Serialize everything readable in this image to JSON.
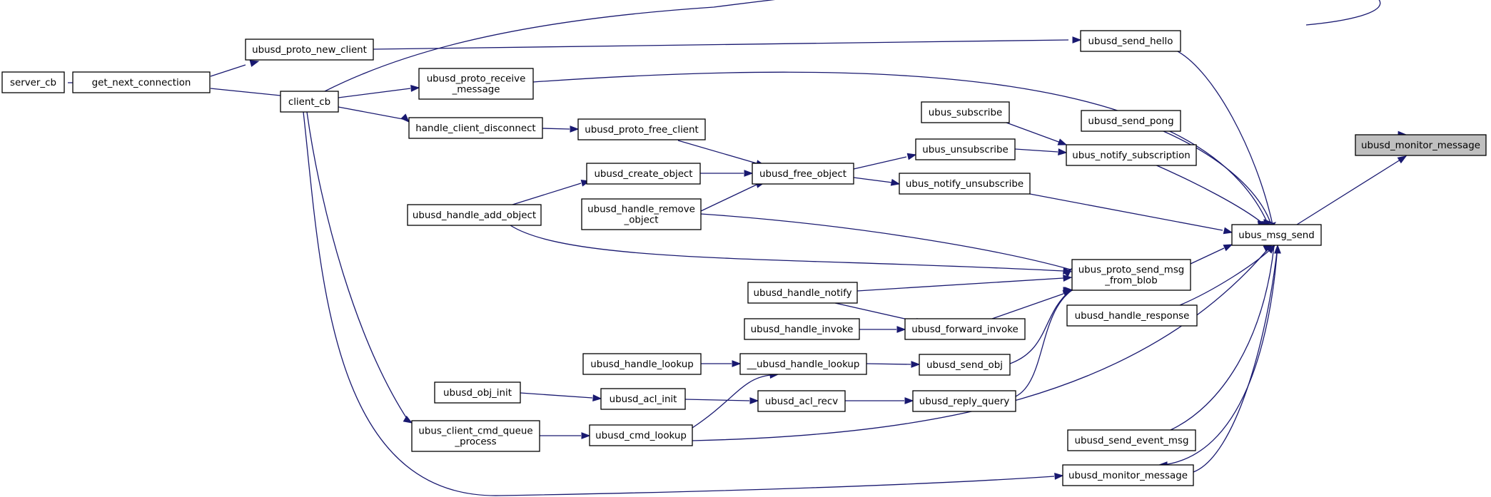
{
  "nodes": {
    "server_cb": {
      "lines": [
        "server_cb"
      ]
    },
    "get_next_connection": {
      "lines": [
        "get_next_connection"
      ]
    },
    "ubusd_proto_new_client": {
      "lines": [
        "ubusd_proto_new_client"
      ]
    },
    "client_cb": {
      "lines": [
        "client_cb"
      ]
    },
    "ubusd_proto_receive_message": {
      "lines": [
        "ubusd_proto_receive",
        "_message"
      ]
    },
    "handle_client_disconnect": {
      "lines": [
        "handle_client_disconnect"
      ]
    },
    "ubusd_proto_free_client": {
      "lines": [
        "ubusd_proto_free_client"
      ]
    },
    "ubusd_create_object": {
      "lines": [
        "ubusd_create_object"
      ]
    },
    "ubusd_handle_add_object": {
      "lines": [
        "ubusd_handle_add_object"
      ]
    },
    "ubusd_handle_remove_object": {
      "lines": [
        "ubusd_handle_remove",
        "_object"
      ]
    },
    "ubusd_free_object": {
      "lines": [
        "ubusd_free_object"
      ]
    },
    "ubus_subscribe": {
      "lines": [
        "ubus_subscribe"
      ]
    },
    "ubus_unsubscribe": {
      "lines": [
        "ubus_unsubscribe"
      ]
    },
    "ubus_notify_unsubscribe": {
      "lines": [
        "ubus_notify_unsubscribe"
      ]
    },
    "ubusd_send_pong": {
      "lines": [
        "ubusd_send_pong"
      ]
    },
    "ubus_notify_subscription": {
      "lines": [
        "ubus_notify_subscription"
      ]
    },
    "ubusd_send_hello": {
      "lines": [
        "ubusd_send_hello"
      ]
    },
    "ubus_msg_send": {
      "lines": [
        "ubus_msg_send"
      ]
    },
    "ubusd_monitor_message_root": {
      "lines": [
        "ubusd_monitor_message"
      ]
    },
    "ubus_proto_send_msg_from_blob": {
      "lines": [
        "ubus_proto_send_msg",
        "_from_blob"
      ]
    },
    "ubusd_handle_notify": {
      "lines": [
        "ubusd_handle_notify"
      ]
    },
    "ubusd_handle_invoke": {
      "lines": [
        "ubusd_handle_invoke"
      ]
    },
    "ubusd_forward_invoke": {
      "lines": [
        "ubusd_forward_invoke"
      ]
    },
    "ubusd_handle_response": {
      "lines": [
        "ubusd_handle_response"
      ]
    },
    "ubusd_handle_lookup": {
      "lines": [
        "ubusd_handle_lookup"
      ]
    },
    "__ubusd_handle_lookup": {
      "lines": [
        "__ubusd_handle_lookup"
      ]
    },
    "ubusd_send_obj": {
      "lines": [
        "ubusd_send_obj"
      ]
    },
    "ubusd_obj_init": {
      "lines": [
        "ubusd_obj_init"
      ]
    },
    "ubusd_acl_init": {
      "lines": [
        "ubusd_acl_init"
      ]
    },
    "ubusd_acl_recv": {
      "lines": [
        "ubusd_acl_recv"
      ]
    },
    "ubusd_reply_query": {
      "lines": [
        "ubusd_reply_query"
      ]
    },
    "ubus_client_cmd_queue_process": {
      "lines": [
        "ubus_client_cmd_queue",
        "_process"
      ]
    },
    "ubusd_cmd_lookup": {
      "lines": [
        "ubusd_cmd_lookup"
      ]
    },
    "ubusd_send_event_msg": {
      "lines": [
        "ubusd_send_event_msg"
      ]
    },
    "ubusd_monitor_message_caller": {
      "lines": [
        "ubusd_monitor_message"
      ]
    }
  },
  "colors": {
    "edge": "#191970",
    "focus_fill": "#bfbfbf",
    "node_fill": "#ffffff",
    "node_stroke": "#000000"
  }
}
